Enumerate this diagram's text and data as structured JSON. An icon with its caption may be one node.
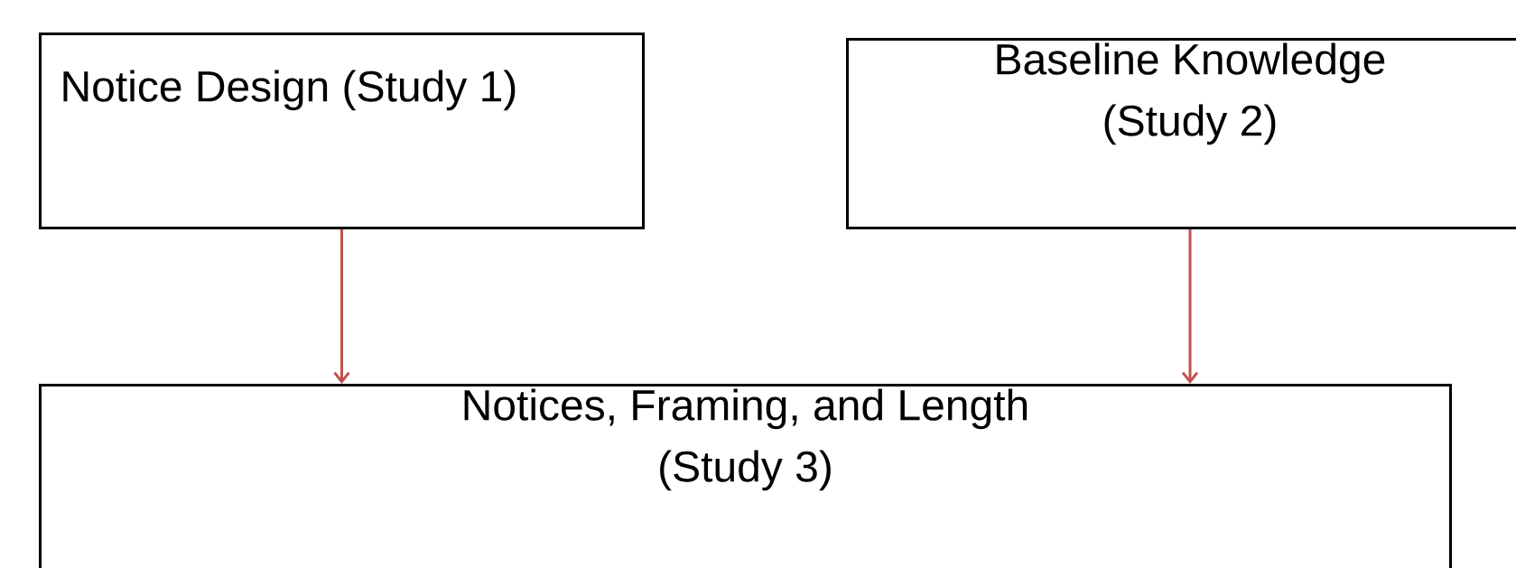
{
  "diagram": {
    "nodes": [
      {
        "text": [
          "Notice Design (Study 1)"
        ]
      },
      {
        "text": [
          "Baseline Knowledge (Study 2)"
        ]
      },
      {
        "text": [
          "Notices, Framing, and Length (Study 3)"
        ]
      }
    ],
    "edges": [
      {
        "from": 0,
        "to": 2,
        "arrow": "to"
      },
      {
        "from": 1,
        "to": 2,
        "arrow": "to"
      }
    ]
  }
}
